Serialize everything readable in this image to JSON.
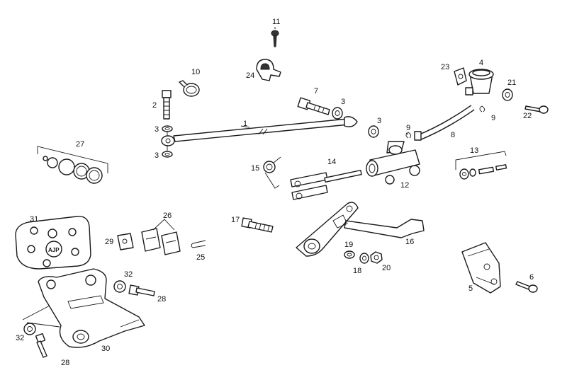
{
  "callouts": {
    "n1": "1",
    "n2": "2",
    "n3a": "3",
    "n3b": "3",
    "n3c": "3",
    "n3d": "3",
    "n4": "4",
    "n5": "5",
    "n6": "6",
    "n7": "7",
    "n8": "8",
    "n9a": "9",
    "n9b": "9",
    "n10": "10",
    "n11": "11",
    "n12": "12",
    "n13": "13",
    "n14": "14",
    "n15": "15",
    "n16": "16",
    "n17": "17",
    "n18": "18",
    "n19": "19",
    "n20": "20",
    "n21": "21",
    "n22": "22",
    "n23": "23",
    "n24": "24",
    "n25": "25",
    "n26": "26",
    "n27": "27",
    "n28a": "28",
    "n28b": "28",
    "n29": "29",
    "n30": "30",
    "n31": "31",
    "n32a": "32",
    "n32b": "32"
  },
  "logo_text": "AJP"
}
